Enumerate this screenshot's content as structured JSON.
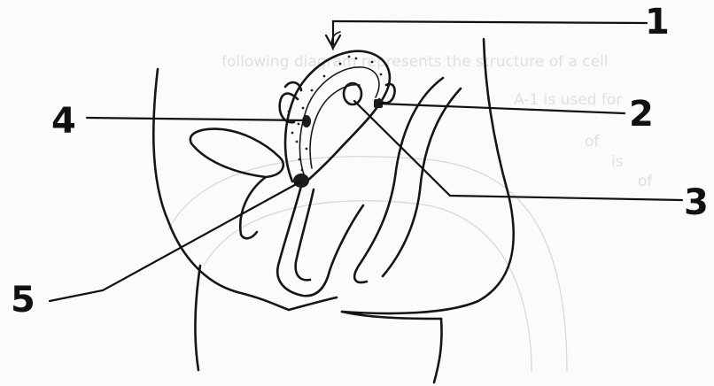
{
  "figure": {
    "labels": [
      {
        "id": "1",
        "text": "1"
      },
      {
        "id": "2",
        "text": "2"
      },
      {
        "id": "3",
        "text": "3"
      },
      {
        "id": "4",
        "text": "4"
      },
      {
        "id": "5",
        "text": "5"
      }
    ],
    "bleed_through": {
      "line1": "following diagram represents the structure of a cell",
      "line2": "A-1 is used for",
      "line3": "of",
      "line4": "is",
      "line5": "of"
    }
  }
}
